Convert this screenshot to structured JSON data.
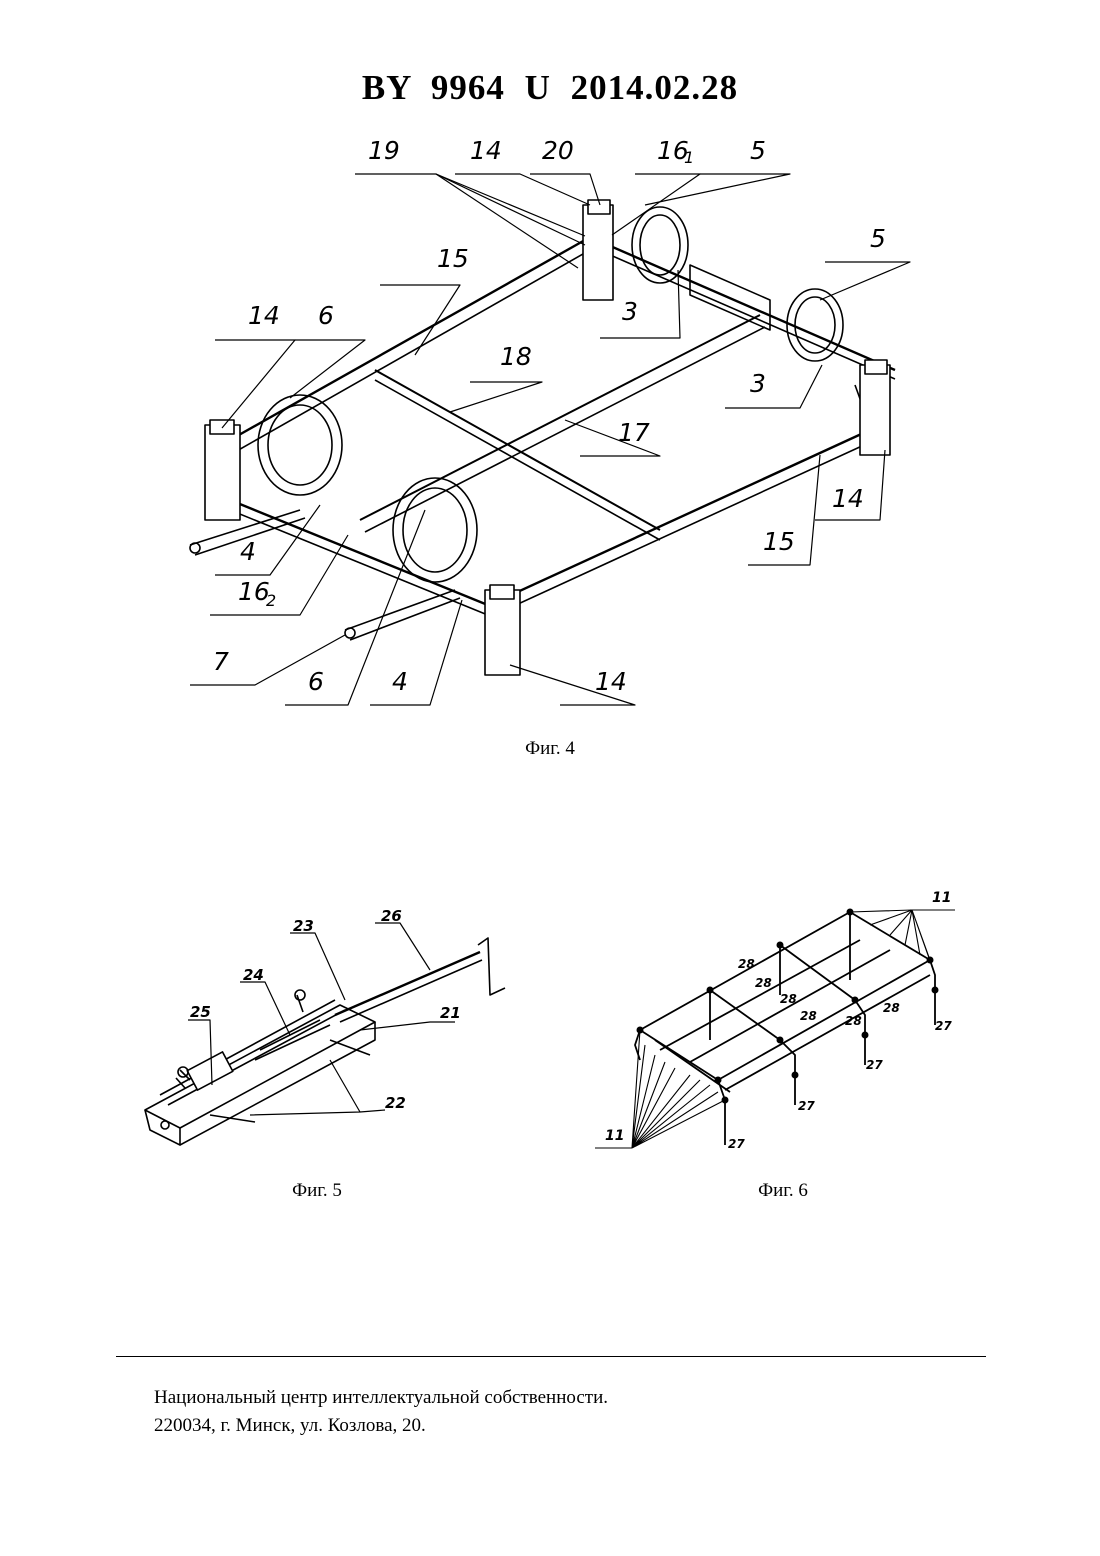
{
  "header": {
    "title": "BY 9964 U 2014.02.28"
  },
  "figures": [
    {
      "caption": "Фиг. 4",
      "labels": [
        "19",
        "14",
        "20",
        "16",
        "1",
        "5",
        "5",
        "15",
        "14",
        "6",
        "3",
        "18",
        "3",
        "17",
        "14",
        "15",
        "4",
        "16",
        "2",
        "7",
        "6",
        "4",
        "14"
      ]
    },
    {
      "caption": "Фиг. 5",
      "labels": [
        "23",
        "26",
        "24",
        "25",
        "21",
        "22"
      ]
    },
    {
      "caption": "Фиг. 6",
      "labels": [
        "11",
        "28",
        "28",
        "28",
        "28",
        "28",
        "28",
        "27",
        "27",
        "27",
        "27",
        "11"
      ]
    }
  ],
  "footer": {
    "line1": "Национальный центр интеллектуальной собственности.",
    "line2": "220034, г. Минск, ул. Козлова, 20."
  }
}
